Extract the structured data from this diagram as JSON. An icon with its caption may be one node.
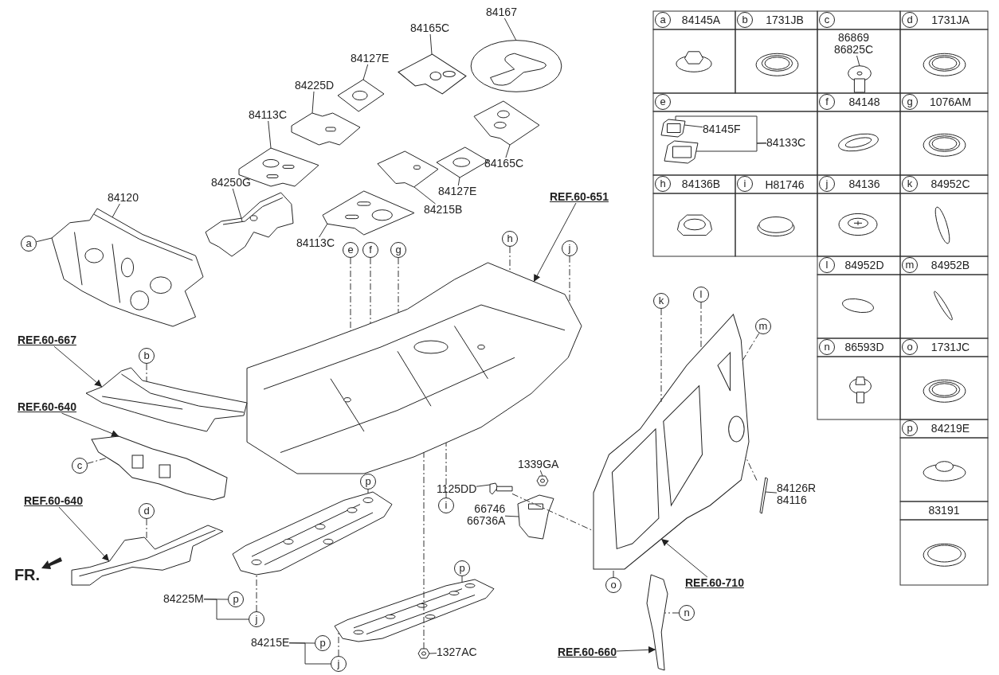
{
  "diagram": {
    "nodes": [
      {
        "text": [
          "84167"
        ]
      },
      {
        "text": [],
        "shape": "picture"
      },
      {
        "text": [
          "84165C"
        ]
      },
      {
        "text": [],
        "shape": "picture"
      },
      {
        "text": [
          "84127E"
        ]
      },
      {
        "text": [],
        "shape": "picture"
      },
      {
        "text": [
          "84225D"
        ]
      },
      {
        "text": [],
        "shape": "picture"
      },
      {
        "text": [
          "84113C"
        ]
      },
      {
        "text": [],
        "shape": "picture"
      },
      {
        "text": [],
        "shape": "picture"
      },
      {
        "text": [
          "84165C"
        ]
      },
      {
        "text": [],
        "shape": "picture"
      },
      {
        "text": [
          "84127E"
        ]
      },
      {
        "text": [],
        "shape": "picture"
      },
      {
        "text": [
          "84215B"
        ]
      },
      {
        "text": [],
        "shape": "picture"
      },
      {
        "text": [
          "84113C"
        ]
      },
      {
        "text": [
          "84120"
        ]
      },
      {
        "text": [],
        "shape": "picture"
      },
      {
        "text": [
          "a"
        ]
      },
      {
        "text": [
          "84250G"
        ]
      },
      {
        "text": [],
        "shape": "picture"
      },
      {
        "text": [
          "REF.60-651"
        ]
      },
      {
        "text": [
          "h"
        ]
      },
      {
        "text": [
          "e"
        ]
      },
      {
        "text": [
          "f"
        ]
      },
      {
        "text": [
          "g"
        ]
      },
      {
        "text": [],
        "shape": "picture"
      },
      {
        "text": [
          "j"
        ]
      },
      {
        "text": [
          "i"
        ]
      },
      {
        "text": [
          "REF.60-667"
        ]
      },
      {
        "text": [
          "b"
        ]
      },
      {
        "text": [],
        "shape": "picture"
      },
      {
        "text": [
          "REF.60-640"
        ]
      },
      {
        "text": [
          "c"
        ]
      },
      {
        "text": [],
        "shape": "picture"
      },
      {
        "text": [
          "d"
        ]
      },
      {
        "text": [
          "REF.60-640"
        ]
      },
      {
        "text": [],
        "shape": "picture"
      },
      {
        "text": [
          "p"
        ]
      },
      {
        "text": [],
        "shape": "picture"
      },
      {
        "text": [
          "84225M"
        ]
      },
      {
        "text": [
          "p"
        ]
      },
      {
        "text": [
          "j"
        ]
      },
      {
        "text": [
          "p"
        ]
      },
      {
        "text": [],
        "shape": "picture"
      },
      {
        "text": [
          "84215E"
        ]
      },
      {
        "text": [
          "p"
        ]
      },
      {
        "text": [
          "j"
        ]
      },
      {
        "text": [
          "1125DD"
        ]
      },
      {
        "text": [],
        "shape": "picture"
      },
      {
        "text": [
          "1339GA"
        ]
      },
      {
        "text": [],
        "shape": "picture"
      },
      {
        "text": [
          "66746",
          "66736A"
        ]
      },
      {
        "text": [],
        "shape": "picture"
      },
      {
        "text": [],
        "shape": "picture"
      },
      {
        "text": [
          "1327AC"
        ]
      },
      {
        "text": [
          "l"
        ]
      },
      {
        "text": [
          "k"
        ]
      },
      {
        "text": [
          "m"
        ]
      },
      {
        "text": [],
        "shape": "picture"
      },
      {
        "text": [],
        "shape": "picture"
      },
      {
        "text": [
          "84126R",
          "84116"
        ]
      },
      {
        "text": [
          "REF.60-710"
        ]
      },
      {
        "text": [
          "o"
        ]
      },
      {
        "text": [
          "n"
        ]
      },
      {
        "text": [],
        "shape": "picture"
      },
      {
        "text": [
          "REF.60-660"
        ]
      },
      {
        "text": [
          "86869",
          "86825C"
        ]
      },
      {
        "text": [],
        "shape": "picture"
      },
      {
        "text": [
          "84145F"
        ]
      },
      {
        "text": [],
        "shape": "picture"
      },
      {
        "text": [],
        "shape": "picture"
      },
      {
        "text": [
          "84133C"
        ]
      },
      {
        "text": [
          "a"
        ]
      },
      {
        "text": [
          "b"
        ]
      },
      {
        "text": [
          "c"
        ]
      },
      {
        "text": [
          "d"
        ]
      },
      {
        "text": [
          "e"
        ]
      },
      {
        "text": [
          "f"
        ]
      },
      {
        "text": [
          "g"
        ]
      },
      {
        "text": [
          "h"
        ]
      },
      {
        "text": [
          "i"
        ]
      },
      {
        "text": [
          "j"
        ]
      },
      {
        "text": [
          "k"
        ]
      },
      {
        "text": [
          "l"
        ]
      },
      {
        "text": [
          "m"
        ]
      },
      {
        "text": [
          "n"
        ]
      },
      {
        "text": [
          "o"
        ]
      },
      {
        "text": [
          "p"
        ]
      }
    ],
    "edges": [
      {
        "from": 0,
        "to": 1,
        "arrow": "none"
      },
      {
        "from": 2,
        "to": 3,
        "arrow": "none"
      },
      {
        "from": 4,
        "to": 5,
        "arrow": "none"
      },
      {
        "from": 6,
        "to": 7,
        "arrow": "none"
      },
      {
        "from": 8,
        "to": 9,
        "arrow": "none"
      },
      {
        "from": 11,
        "to": 10,
        "arrow": "none"
      },
      {
        "from": 13,
        "to": 12,
        "arrow": "none"
      },
      {
        "from": 15,
        "to": 14,
        "arrow": "none"
      },
      {
        "from": 17,
        "to": 16,
        "arrow": "none"
      },
      {
        "from": 18,
        "to": 19,
        "arrow": "none"
      },
      {
        "from": 20,
        "to": 19,
        "arrow": "none"
      },
      {
        "from": 21,
        "to": 22,
        "arrow": "none"
      },
      {
        "from": 23,
        "to": 28,
        "arrow": "to"
      },
      {
        "from": 24,
        "to": 28,
        "arrow": "none",
        "style": "dashed"
      },
      {
        "from": 25,
        "to": 28,
        "arrow": "none",
        "style": "dashed"
      },
      {
        "from": 26,
        "to": 28,
        "arrow": "none",
        "style": "dashed"
      },
      {
        "from": 27,
        "to": 28,
        "arrow": "none",
        "style": "dashed"
      },
      {
        "from": 29,
        "to": 28,
        "arrow": "none",
        "style": "dashed"
      },
      {
        "from": 30,
        "to": 28,
        "arrow": "none",
        "style": "dashed"
      },
      {
        "from": 31,
        "to": 33,
        "arrow": "to"
      },
      {
        "from": 32,
        "to": 33,
        "arrow": "none",
        "style": "dashed"
      },
      {
        "from": 34,
        "to": 36,
        "arrow": "to"
      },
      {
        "from": 35,
        "to": 36,
        "arrow": "none",
        "style": "dashed"
      },
      {
        "from": 37,
        "to": 39,
        "arrow": "none",
        "style": "dashed"
      },
      {
        "from": 38,
        "to": 39,
        "arrow": "to"
      },
      {
        "from": 40,
        "to": 41,
        "arrow": "none"
      },
      {
        "from": 42,
        "to": 43,
        "arrow": "none"
      },
      {
        "from": 42,
        "to": 44,
        "arrow": "none"
      },
      {
        "from": 44,
        "to": 41,
        "arrow": "none",
        "style": "dashed"
      },
      {
        "from": 45,
        "to": 46,
        "arrow": "none"
      },
      {
        "from": 47,
        "to": 48,
        "arrow": "none"
      },
      {
        "from": 47,
        "to": 49,
        "arrow": "none"
      },
      {
        "from": 49,
        "to": 46,
        "arrow": "none",
        "style": "dashed"
      },
      {
        "from": 50,
        "to": 51,
        "arrow": "none"
      },
      {
        "from": 52,
        "to": 53,
        "arrow": "none"
      },
      {
        "from": 54,
        "to": 55,
        "arrow": "none"
      },
      {
        "from": 51,
        "to": 61,
        "arrow": "none",
        "style": "dashed"
      },
      {
        "from": 56,
        "to": 28,
        "arrow": "none",
        "style": "dashed"
      },
      {
        "from": 57,
        "to": 56,
        "arrow": "none"
      },
      {
        "from": 59,
        "to": 61,
        "arrow": "none",
        "style": "dashed"
      },
      {
        "from": 58,
        "to": 61,
        "arrow": "none",
        "style": "dashed"
      },
      {
        "from": 60,
        "to": 61,
        "arrow": "none",
        "style": "dashed"
      },
      {
        "from": 62,
        "to": 61,
        "arrow": "none",
        "style": "dashed"
      },
      {
        "from": 63,
        "to": 62,
        "arrow": "none"
      },
      {
        "from": 64,
        "to": 61,
        "arrow": "to"
      },
      {
        "from": 65,
        "to": 61,
        "arrow": "none",
        "style": "dashed"
      },
      {
        "from": 66,
        "to": 67,
        "arrow": "none",
        "style": "dashed"
      },
      {
        "from": 68,
        "to": 67,
        "arrow": "to"
      },
      {
        "from": 69,
        "to": 70,
        "arrow": "none"
      },
      {
        "from": 71,
        "to": 72,
        "arrow": "none"
      },
      {
        "from": 74,
        "to": 72,
        "arrow": "none"
      },
      {
        "from": 74,
        "to": 73,
        "arrow": "none"
      }
    ],
    "labels": [
      "84145A",
      "1731JB",
      "1731JA",
      "84148",
      "1076AM",
      "84136B",
      "H81746",
      "84136",
      "84952C",
      "84952D",
      "84952B",
      "86593D",
      "1731JC",
      "84219E",
      "83191",
      "FR."
    ]
  }
}
